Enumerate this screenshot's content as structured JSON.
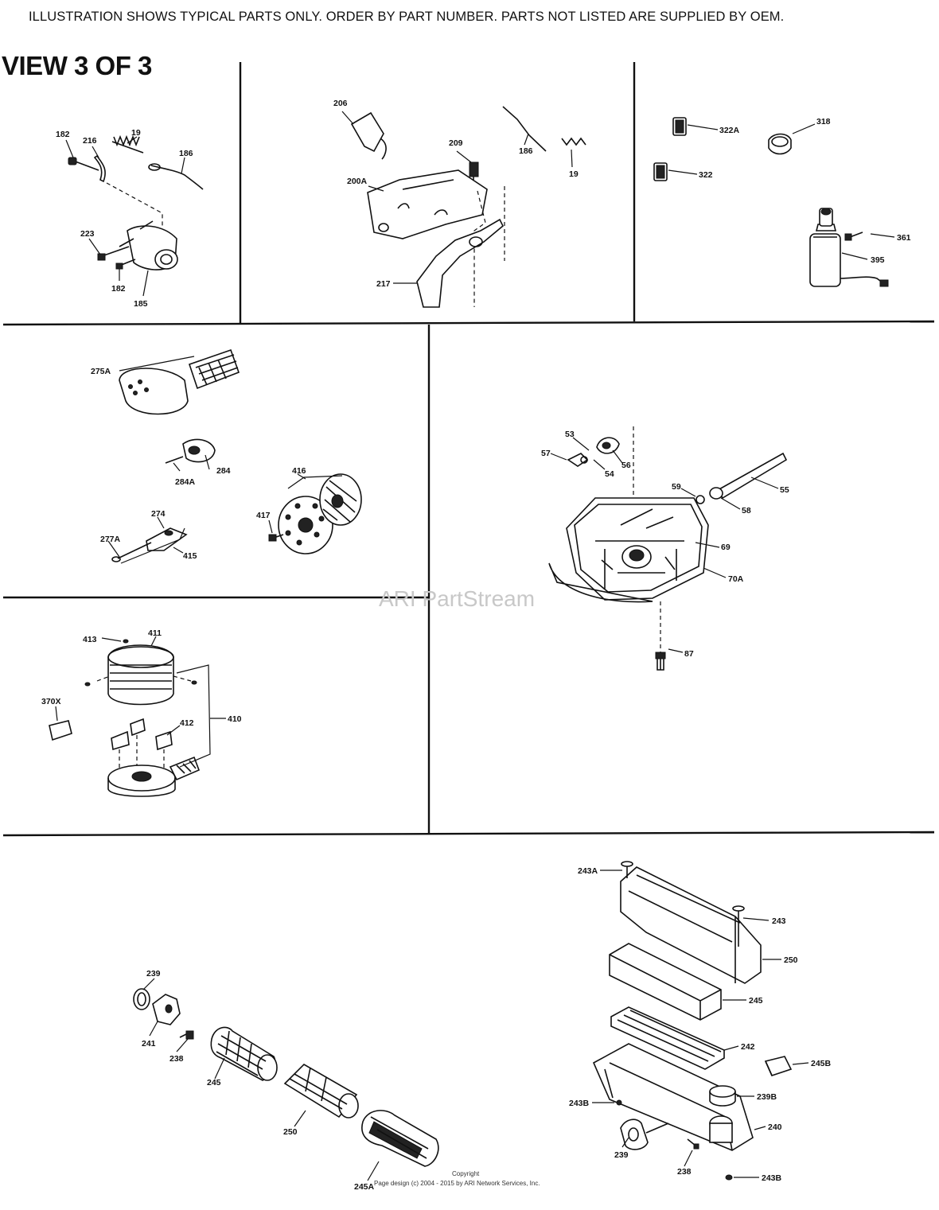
{
  "header": {
    "note": "ILLUSTRATION SHOWS TYPICAL PARTS ONLY. ORDER BY PART NUMBER. PARTS NOT LISTED ARE SUPPLIED BY OEM.",
    "view_title": "VIEW 3 OF 3"
  },
  "watermark": "ARI PartStream",
  "footer": {
    "copyright": "Copyright",
    "page_design": "Page design (c) 2004 - 2015 by ARI Network Services, Inc."
  },
  "callouts": {
    "governor_panel": [
      "182",
      "216",
      "19",
      "186",
      "223",
      "182",
      "185"
    ],
    "bracket_panel": [
      "206",
      "209",
      "186",
      "19",
      "200A",
      "217"
    ],
    "starter_panel": [
      "322A",
      "318",
      "322",
      "361",
      "395"
    ],
    "air_filter_panel": [
      "275A",
      "284",
      "284A",
      "416",
      "417",
      "274",
      "277A",
      "415"
    ],
    "crankcase_panel": [
      "53",
      "57",
      "56",
      "54",
      "55",
      "59",
      "58",
      "69",
      "70A",
      "87"
    ],
    "flywheel_panel": [
      "413",
      "411",
      "370X",
      "410",
      "412"
    ],
    "air_cleaner_panel": [
      "239",
      "241",
      "238",
      "245",
      "250",
      "245A"
    ],
    "air_cleaner_box_panel": [
      "243A",
      "243",
      "250",
      "245",
      "242",
      "245B",
      "239B",
      "243B",
      "240",
      "239",
      "238",
      "243B"
    ]
  }
}
